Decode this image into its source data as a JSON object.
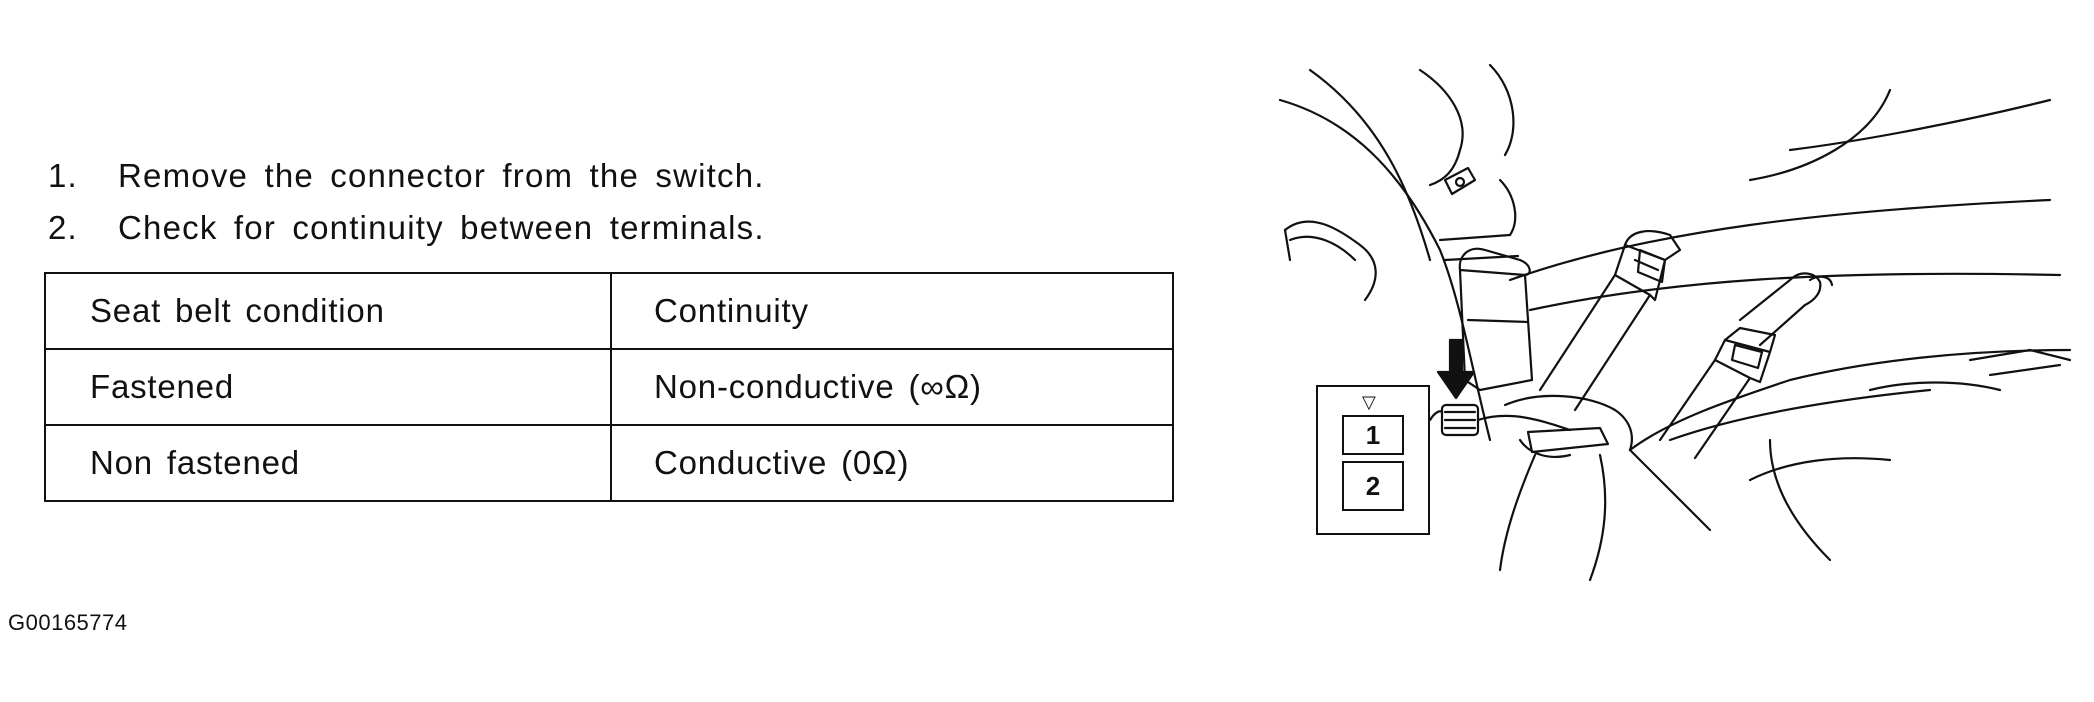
{
  "instructions": [
    {
      "number": "1.",
      "text": "Remove the connector from the switch."
    },
    {
      "number": "2.",
      "text": "Check for continuity between terminals."
    }
  ],
  "table": {
    "headers": [
      "Seat belt condition",
      "Continuity"
    ],
    "rows": [
      [
        "Fastened",
        "Non-conductive (∞Ω)"
      ],
      [
        "Non fastened",
        "Conductive (0Ω)"
      ]
    ]
  },
  "connector_legend": {
    "marker": "▽",
    "terminals": [
      "1",
      "2"
    ]
  },
  "figure_code": "G00165774",
  "illustration": {
    "icon": "seat-belt-buckle-switch-drawing",
    "arrow_icon": "down-arrow-icon"
  }
}
